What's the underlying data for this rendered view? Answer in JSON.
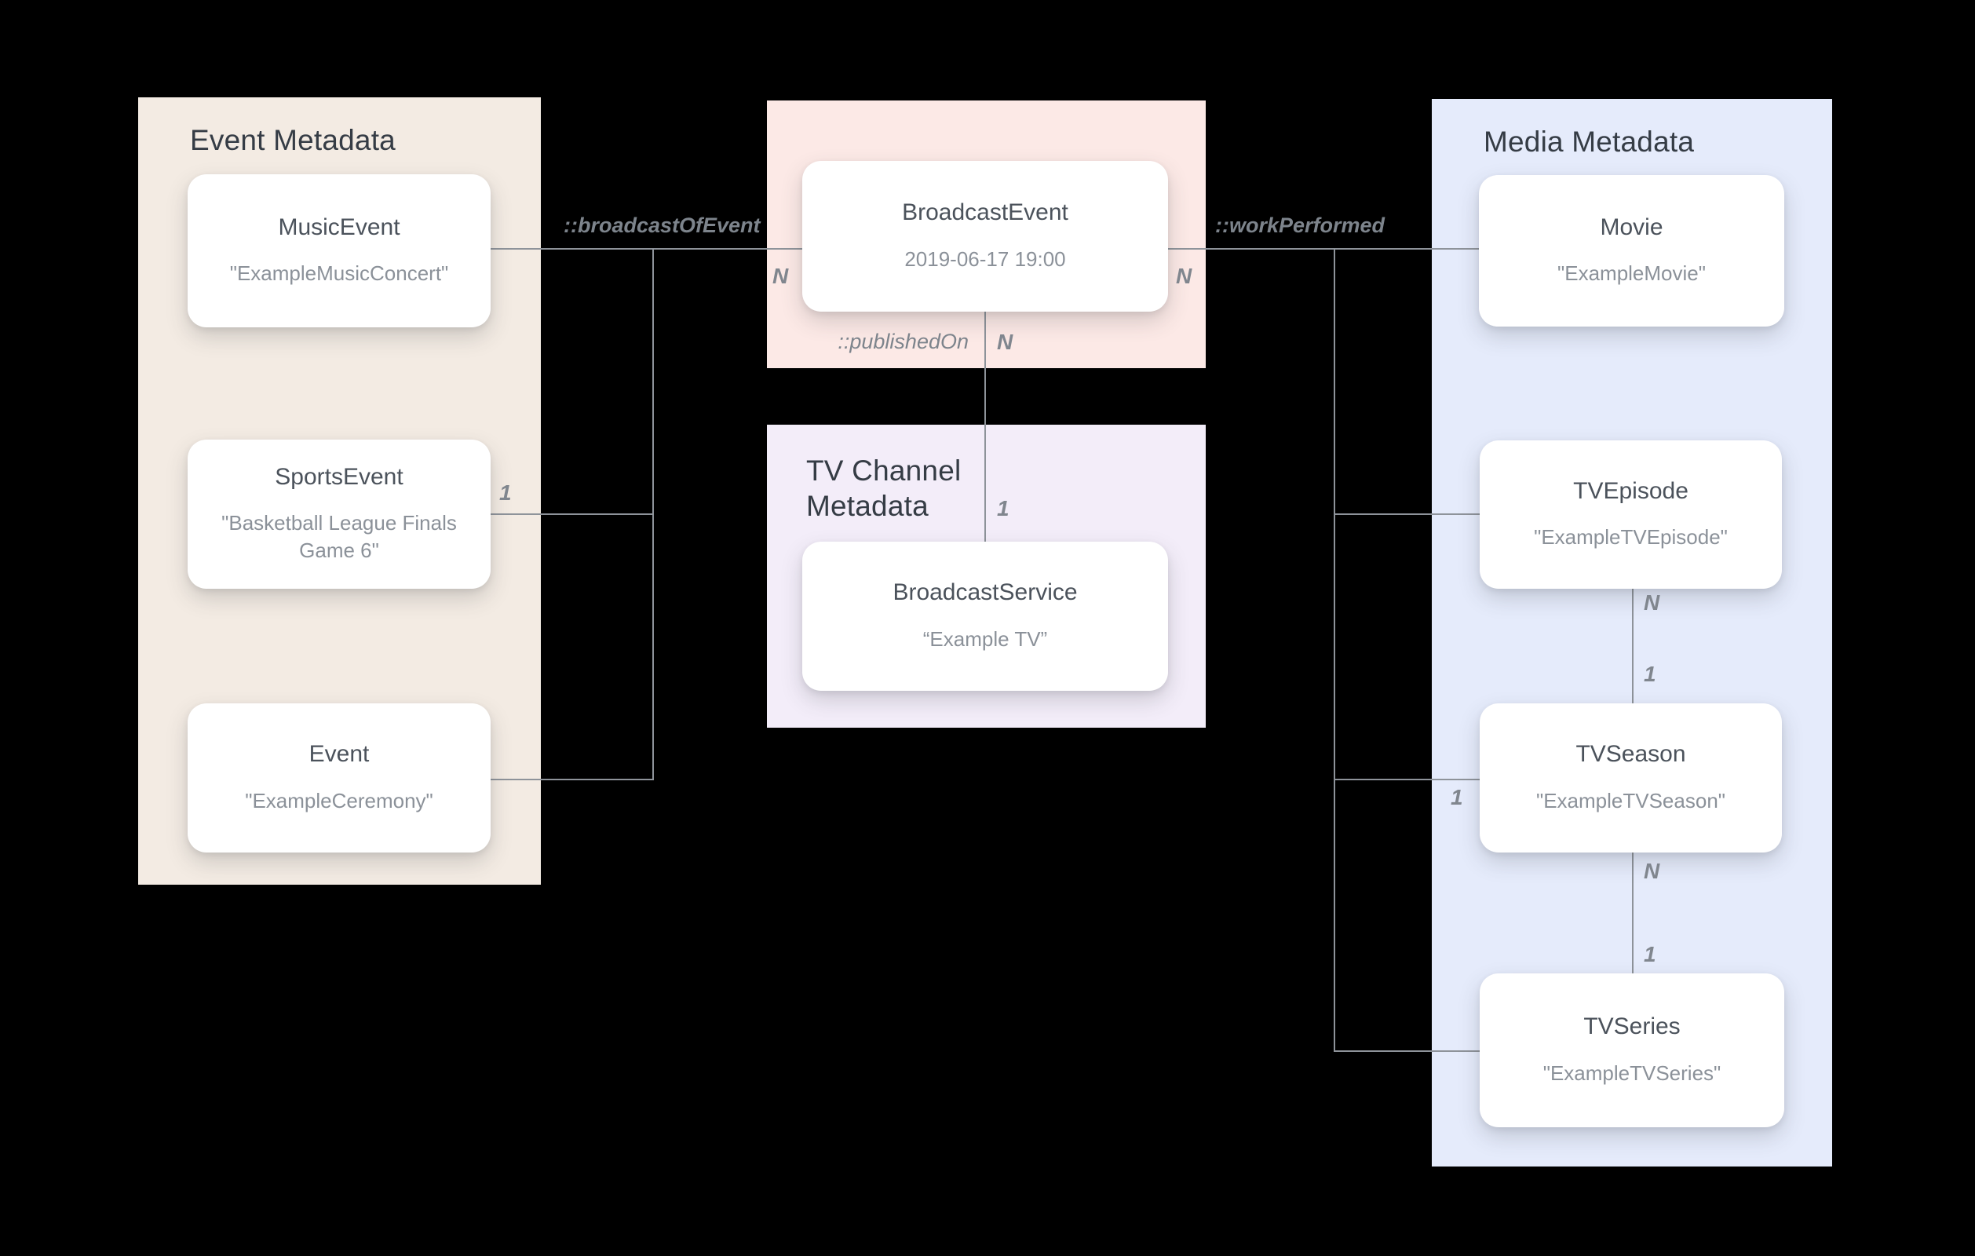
{
  "diagram": {
    "colors": {
      "background": "#000000",
      "panel_event": "#f3ebe3",
      "panel_broadcast": "#fce9e6",
      "panel_tv_channel": "#f3edf9",
      "panel_media": "#e5ebfb",
      "connector": "#8e939a"
    },
    "panels": {
      "event": {
        "title": "Event Metadata",
        "bg": "#f3ebe3"
      },
      "broadcast": {
        "bg": "#fce9e6"
      },
      "tv_channel": {
        "title": "TV Channel Metadata",
        "bg": "#f3edf9"
      },
      "media": {
        "title": "Media Metadata",
        "bg": "#e5ebfb"
      }
    },
    "nodes": {
      "music_event": {
        "label": "MusicEvent",
        "value": "\"ExampleMusicConcert\""
      },
      "sports_event": {
        "label": "SportsEvent",
        "value": "\"Basketball League Finals Game 6\""
      },
      "event": {
        "label": "Event",
        "value": "\"ExampleCeremony\""
      },
      "broadcast_event": {
        "label": "BroadcastEvent",
        "value": "2019-06-17 19:00"
      },
      "broadcast_service": {
        "label": "BroadcastService",
        "value": "“Example TV”"
      },
      "movie": {
        "label": "Movie",
        "value": "\"ExampleMovie\""
      },
      "tv_episode": {
        "label": "TVEpisode",
        "value": "\"ExampleTVEpisode\""
      },
      "tv_season": {
        "label": "TVSeason",
        "value": "\"ExampleTVSeason\""
      },
      "tv_series": {
        "label": "TVSeries",
        "value": "\"ExampleTVSeries\""
      }
    },
    "edge_labels": {
      "broadcast_of_event": "::broadcastOfEvent",
      "work_performed": "::workPerformed",
      "published_on": "::publishedOn"
    },
    "markers": {
      "boe_n": "N",
      "boe_sports_1": "1",
      "wp_n": "N",
      "wp_season_1": "1",
      "po_n": "N",
      "po_1": "1",
      "episode_season_n": "N",
      "episode_season_1": "1",
      "season_series_n": "N",
      "season_series_1": "1"
    }
  }
}
